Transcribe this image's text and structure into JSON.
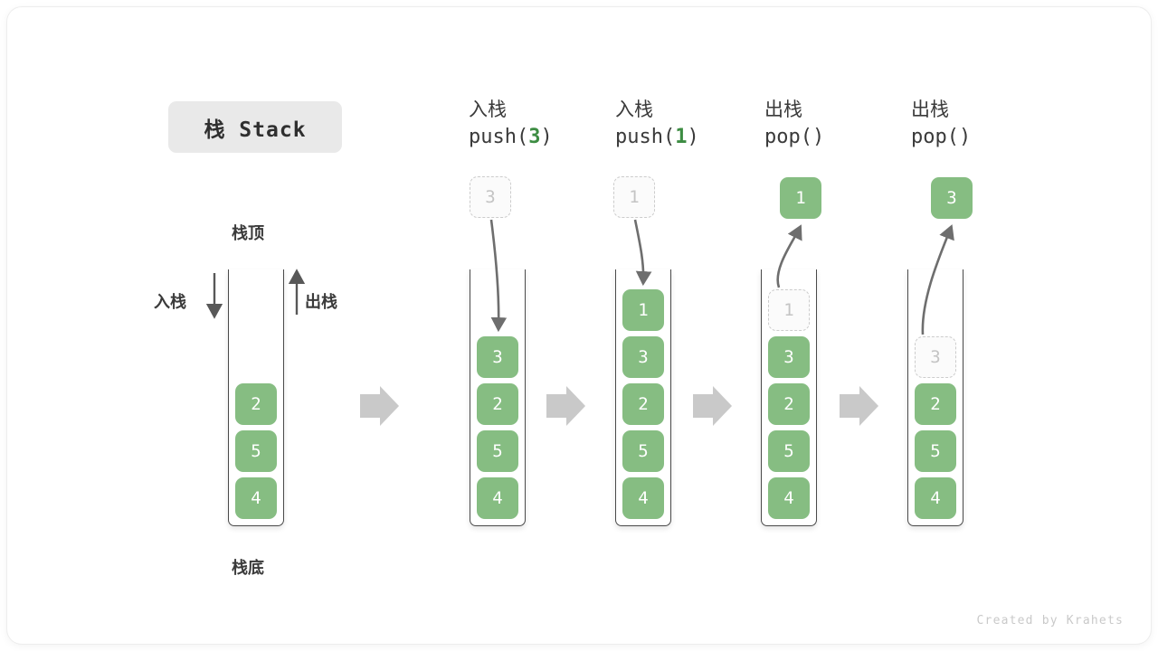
{
  "title": {
    "text": "栈 Stack"
  },
  "labels": {
    "top": "栈顶",
    "bottom": "栈底",
    "push_side": "入栈",
    "pop_side": "出栈"
  },
  "credit": "Created by Krahets",
  "colors": {
    "element_green": "#86bd82",
    "code_accent_green": "#3c8c42",
    "ghost_border": "#cccccc",
    "ghost_text": "#c4c4c4",
    "arrow_gray": "#6e6e6e",
    "block_arrow_gray": "#c9c9c9",
    "container_stroke": "#4a4a4a",
    "title_chip_bg": "#e9e9e9",
    "text_dark": "#3a3a3a"
  },
  "stages": [
    {
      "id": "initial",
      "head_cn": "",
      "head_code": "",
      "head_code_pre": "",
      "head_code_num": "",
      "head_code_post": "",
      "stack": [
        "2",
        "5",
        "4"
      ],
      "floating": null,
      "ghost_top": null
    },
    {
      "id": "push-3",
      "head_cn": "入栈",
      "head_code_pre": "push(",
      "head_code_num": "3",
      "head_code_post": ")",
      "stack": [
        "3",
        "2",
        "5",
        "4"
      ],
      "floating": {
        "value": "3",
        "kind": "ghost"
      },
      "ghost_top": null
    },
    {
      "id": "push-1",
      "head_cn": "入栈",
      "head_code_pre": "push(",
      "head_code_num": "1",
      "head_code_post": ")",
      "stack": [
        "1",
        "3",
        "2",
        "5",
        "4"
      ],
      "floating": {
        "value": "1",
        "kind": "ghost"
      },
      "ghost_top": null
    },
    {
      "id": "pop-1",
      "head_cn": "出栈",
      "head_code_pre": "pop(",
      "head_code_num": "",
      "head_code_post": ")",
      "stack": [
        "3",
        "2",
        "5",
        "4"
      ],
      "floating": {
        "value": "1",
        "kind": "solid"
      },
      "ghost_top": "1"
    },
    {
      "id": "pop-3",
      "head_cn": "出栈",
      "head_code_pre": "pop(",
      "head_code_num": "",
      "head_code_post": ")",
      "stack": [
        "2",
        "5",
        "4"
      ],
      "floating": {
        "value": "3",
        "kind": "solid"
      },
      "ghost_top": "3"
    }
  ]
}
